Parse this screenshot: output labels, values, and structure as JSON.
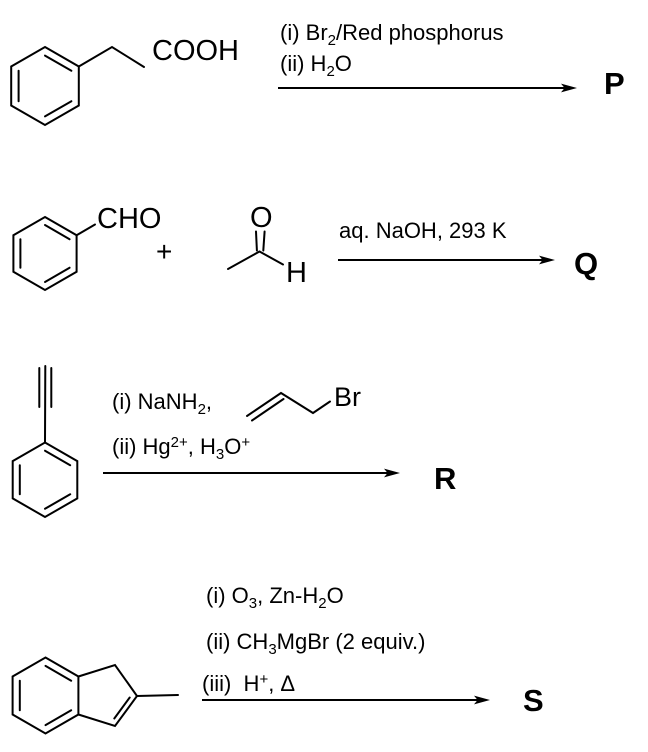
{
  "background_color": "#ffffff",
  "ink_color": "#000000",
  "reactions": [
    {
      "label": "reaction-1",
      "atoms": {
        "acid_group": "COOH"
      },
      "reagents": [
        {
          "parts": [
            {
              "t": "(i) Br"
            },
            {
              "t": "2",
              "s": "sub"
            },
            {
              "t": "/Red phosphorus"
            }
          ]
        },
        {
          "parts": [
            {
              "t": "(ii) H"
            },
            {
              "t": "2",
              "s": "sub"
            },
            {
              "t": "O"
            }
          ]
        }
      ],
      "product": "P"
    },
    {
      "label": "reaction-2",
      "atoms": {
        "aldehyde_group": "CHO",
        "plus": "+",
        "oxygen": "O",
        "hydrogen": "H"
      },
      "reagents": [
        {
          "parts": [
            {
              "t": "aq. NaOH, 293 K"
            }
          ]
        }
      ],
      "product": "Q"
    },
    {
      "label": "reaction-3",
      "atoms": {
        "bromine": "Br"
      },
      "reagents": [
        {
          "parts": [
            {
              "t": "(i) NaNH"
            },
            {
              "t": "2",
              "s": "sub"
            },
            {
              "t": ","
            }
          ]
        },
        {
          "parts": [
            {
              "t": "(ii) Hg"
            },
            {
              "t": "2+",
              "s": "sup"
            },
            {
              "t": ", H"
            },
            {
              "t": "3",
              "s": "sub"
            },
            {
              "t": "O"
            },
            {
              "t": "+",
              "s": "sup"
            }
          ]
        }
      ],
      "product": "R"
    },
    {
      "label": "reaction-4",
      "atoms": {},
      "reagents": [
        {
          "parts": [
            {
              "t": "(i) O"
            },
            {
              "t": "3",
              "s": "sub"
            },
            {
              "t": ", Zn-H"
            },
            {
              "t": "2",
              "s": "sub"
            },
            {
              "t": "O"
            }
          ]
        },
        {
          "parts": [
            {
              "t": "(ii) CH"
            },
            {
              "t": "3",
              "s": "sub"
            },
            {
              "t": "MgBr (2 equiv.)"
            }
          ]
        },
        {
          "parts": [
            {
              "t": "(iii)  H"
            },
            {
              "t": "+",
              "s": "sup"
            },
            {
              "t": ", Δ"
            }
          ]
        }
      ],
      "product": "S"
    }
  ]
}
